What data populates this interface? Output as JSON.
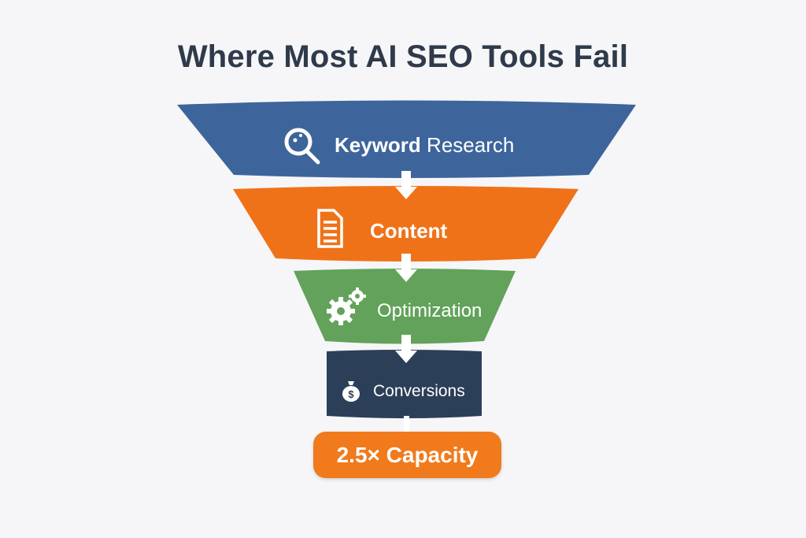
{
  "title": "Where Most AI SEO Tools Fail",
  "stages": [
    {
      "label_bold": "Keyword",
      "label_rest": " Research",
      "icon": "magnifier-icon",
      "color": "#3d659c"
    },
    {
      "label_bold": "Content",
      "label_rest": "",
      "icon": "document-icon",
      "color": "#f07218"
    },
    {
      "label_bold": "",
      "label_rest": "Optimization",
      "icon": "gears-icon",
      "color": "#62a25a"
    },
    {
      "label_bold": "",
      "label_rest": "Conversions",
      "icon": "money-bag-icon",
      "color": "#2c3f58"
    }
  ],
  "result": {
    "label": "2.5× Capacity",
    "color": "#f07a1c"
  }
}
